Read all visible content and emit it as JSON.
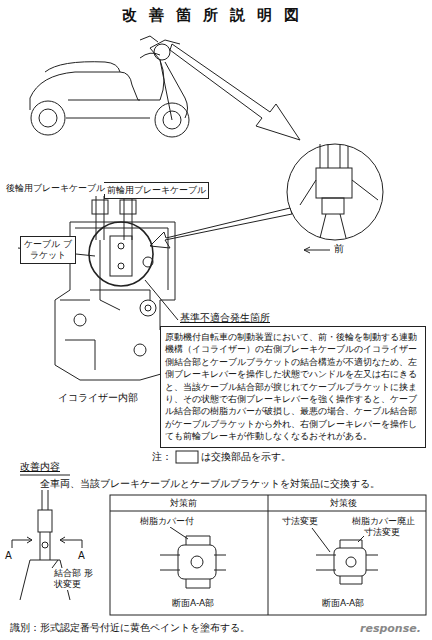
{
  "diagram": {
    "title": "改善箇所説明図",
    "nodes": [
      {
        "text": [
          "前輪用ブレーキケーブル"
        ]
      },
      {
        "text": [
          "ケーブル ブラケット"
        ]
      },
      {
        "text": [
          "原動機付自転車の制動装置において、前・後輪を制動する連動機構（イコライザー）の右側ブレーキケーブルのイコライザー側結合部とケーブルブラケットの結合構造が不適切なため、左側ブレーキレバーを操作した状態でハンドルを左又は右にきると、当該ケーブル結合部が捩じれてケーブルブラケットに挟まり、その状態で右側ブレーキレバーを強く操作すると、ケーブル結合部の樹脂カバーが破損し、最悪の場合、ケーブル結合部がケーブルブラケットから外れ、右側ブレーキレバーを操作しても前輪ブレーキが作動しなくなるおそれがある。"
        ]
      }
    ],
    "labels": [
      "後輪用ブレーキケーブル",
      "基準不適合発生箇所",
      "イコライザー内部",
      "前",
      "改善内容",
      "注：",
      "は交換部品を示す。",
      "全車両、当該ブレーキケーブルとケーブルブラケットを対策品に交換する。",
      "A",
      "A",
      "結合部 形状変更",
      "対策前",
      "対策後",
      "樹脂カバー付",
      "寸法変更",
      "樹脂カバー廃止",
      "寸法変更",
      "断面A-A部",
      "断面A-A部",
      "識別：形式認定番号付近に黄色ペイントを塗布する。",
      "response."
    ]
  }
}
